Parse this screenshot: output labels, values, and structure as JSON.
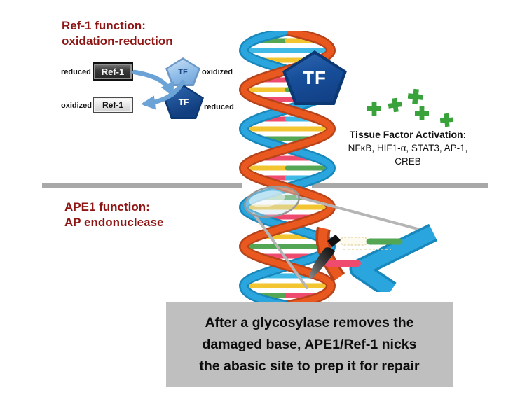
{
  "palette": {
    "dark_red": "#8E1513",
    "divider_gray": "#A8A8A8",
    "caption_bg": "#BFBFBF",
    "strand_orange": "#E8581F",
    "strand_orange_edge": "#B8431A",
    "strand_blue": "#2BA5DE",
    "strand_blue_edge": "#1787BC",
    "rung_yellow": "#F2C531",
    "rung_cyan": "#3FB9E5",
    "rung_pink": "#EE4B6E",
    "rung_green": "#53A653",
    "cross_green": "#3AA23A",
    "arrow_blue": "#6BA3D6"
  },
  "ref1_section": {
    "title_line1": "Ref-1 function:",
    "title_line2": "oxidation-reduction"
  },
  "redox": {
    "reduced_left": "reduced",
    "oxidized_left": "oxidized",
    "oxidized_right": "oxidized",
    "reduced_right": "reduced",
    "ref1_dark_label": "Ref-1",
    "ref1_light_label": "Ref-1",
    "tf_oxidized_label": "TF",
    "tf_reduced_label": "TF"
  },
  "helix": {
    "tf_label": "TF"
  },
  "tissue_factor": {
    "title": "Tissue Factor Activation:",
    "line1": "NFκB, HIF1-α, STAT3, AP-1,",
    "line2": "CREB"
  },
  "ape1_section": {
    "title_line1": "APE1 function:",
    "title_line2": "AP endonuclease"
  },
  "caption": {
    "line1": "After a glycosylase removes the",
    "line2": "damaged base, APE1/Ref-1 nicks",
    "line3": "the abasic site to prep it for repair"
  }
}
